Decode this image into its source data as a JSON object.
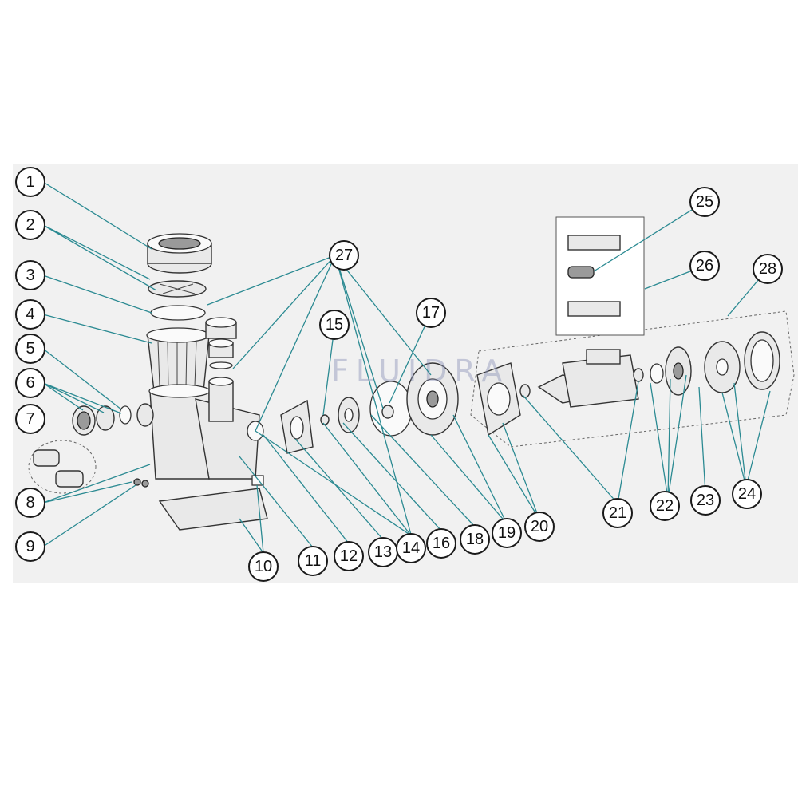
{
  "watermark": "FLUIDRA",
  "callouts": [
    "1",
    "2",
    "3",
    "4",
    "5",
    "6",
    "7",
    "8",
    "9",
    "10",
    "11",
    "12",
    "13",
    "14",
    "15",
    "16",
    "17",
    "18",
    "19",
    "20",
    "21",
    "22",
    "23",
    "24",
    "25",
    "26",
    "27",
    "28"
  ]
}
